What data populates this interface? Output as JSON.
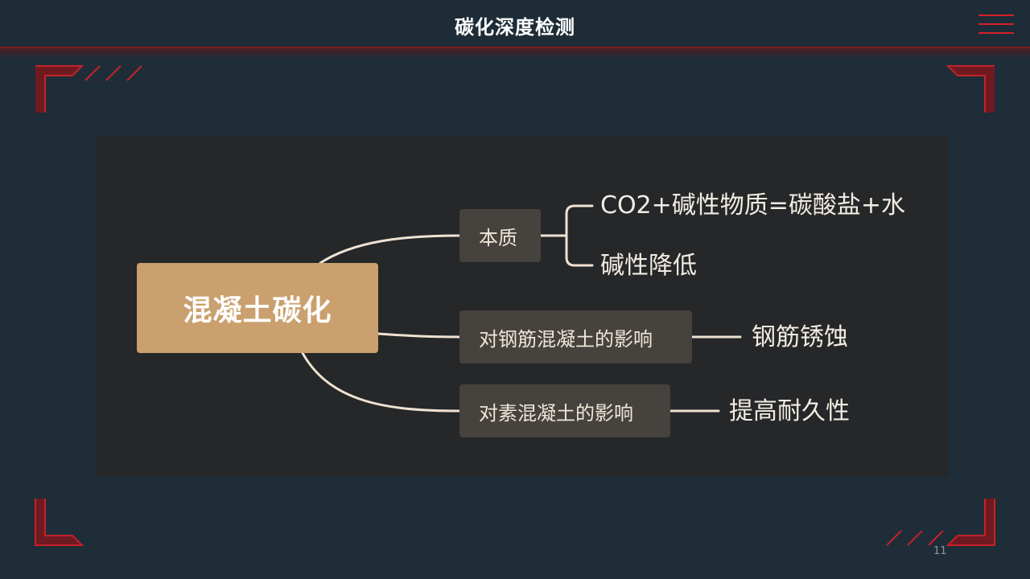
{
  "slide": {
    "title": "碳化深度检测",
    "page_number": "11"
  },
  "mindmap": {
    "root": "混凝土碳化",
    "branches": [
      {
        "label": "本质",
        "leaves": [
          "CO2+碱性物质=碳酸盐+水",
          "碱性降低"
        ]
      },
      {
        "label": "对钢筋混凝土的影响",
        "leaves": [
          "钢筋锈蚀"
        ]
      },
      {
        "label": "对素混凝土的影响",
        "leaves": [
          "提高耐久性"
        ]
      }
    ]
  },
  "colors": {
    "background": "#1f2d38",
    "accent_red": "#d3202a",
    "panel": "#252729",
    "root_fill": "#c9a06e",
    "branch_fill": "#46423d",
    "connector": "#efe2d2"
  },
  "icons": {
    "menu": "hamburger-menu-icon"
  }
}
